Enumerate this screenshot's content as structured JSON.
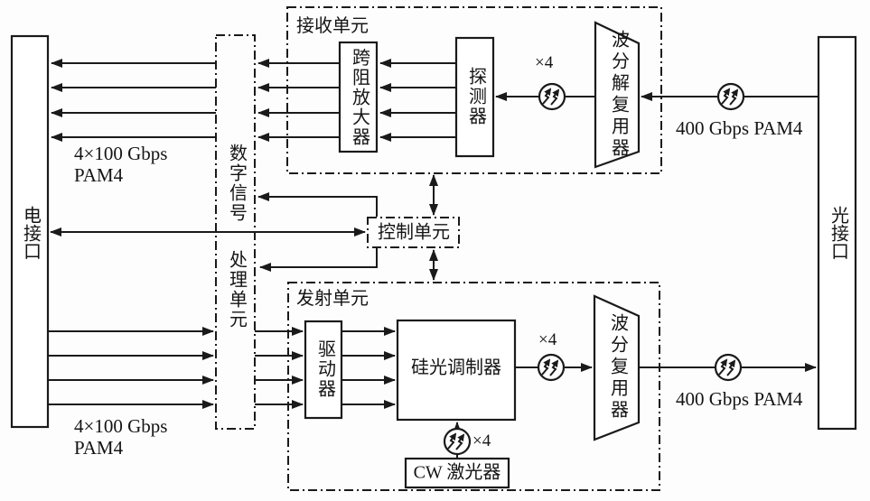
{
  "palette": {
    "line": "#1a1a1a",
    "background": "#fdfdfd"
  },
  "blocks": {
    "electrical_interface": "电接口",
    "optical_interface": "光接口",
    "dsp_line1": "数字信号",
    "dsp_line2": "处理单元",
    "receiver_unit": "接收单元",
    "tia": "跨阻放大器",
    "detector": "探测器",
    "demux": "波分解复用器",
    "control_unit": "控制单元",
    "transmitter_unit": "发射单元",
    "driver": "驱动器",
    "modulator": "硅光调制器",
    "mux": "波分复用器",
    "cw_laser": "CW 激光器"
  },
  "labels": {
    "lane_rate_line1": "4×100 Gbps",
    "lane_rate_line2": "PAM4",
    "aggregate_rate": "400 Gbps PAM4",
    "times4": "×4"
  }
}
